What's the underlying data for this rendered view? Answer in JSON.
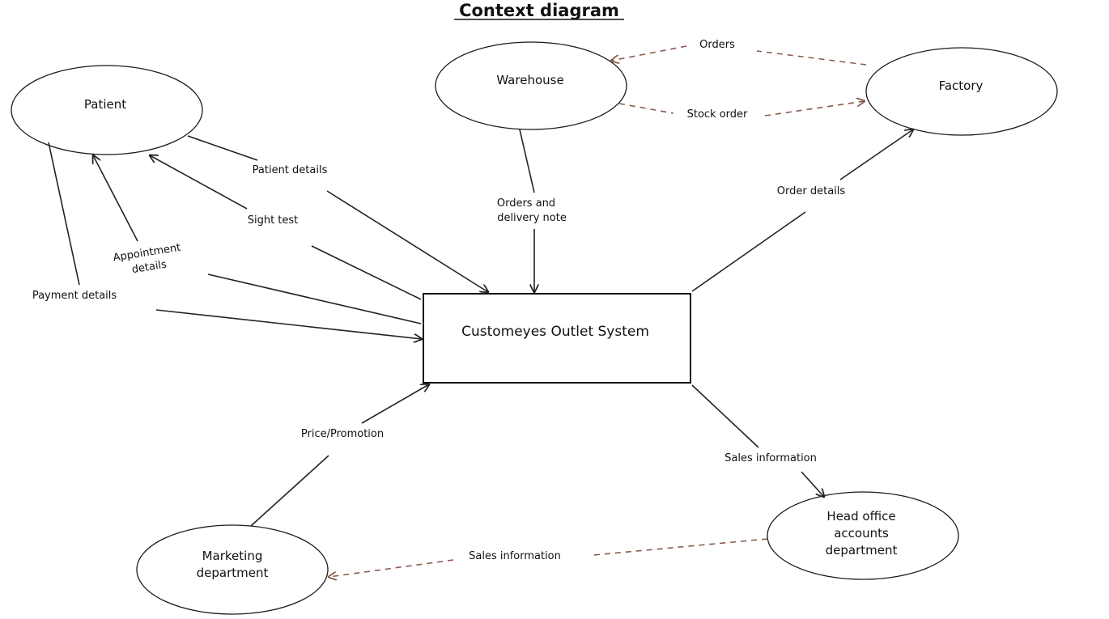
{
  "title": "Context diagram",
  "system": {
    "label": "Customeyes Outlet System"
  },
  "entities": {
    "patient": "Patient",
    "warehouse": "Warehouse",
    "factory": "Factory",
    "marketing": [
      "Marketing",
      "department"
    ],
    "head_office": [
      "Head office",
      "accounts",
      "department"
    ]
  },
  "flows": {
    "orders": "Orders",
    "stock_order": "Stock order",
    "patient_details": "Patient details",
    "sight_test": "Sight test",
    "appointment_details": [
      "Appointment",
      "details"
    ],
    "payment_details": "Payment details",
    "orders_delivery": [
      "Orders and",
      "delivery note"
    ],
    "order_details": "Order details",
    "price_promotion": "Price/Promotion",
    "sales_info_out": "Sales information",
    "sales_info_marketing": "Sales information"
  },
  "colors": {
    "solid_line": "#222222",
    "dashed_line": "#8b5a4e"
  }
}
